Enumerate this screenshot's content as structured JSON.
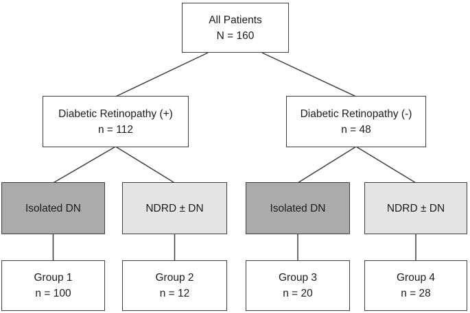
{
  "diagram": {
    "type": "flowchart",
    "nodes": {
      "root": {
        "line1": "All Patients",
        "line2": "N = 160"
      },
      "dr_pos": {
        "line1": "Diabetic Retinopathy (+)",
        "line2": "n = 112"
      },
      "dr_neg": {
        "line1": "Diabetic Retinopathy (-)",
        "line2": "n = 48"
      },
      "iso_dn_left": {
        "label": "Isolated DN"
      },
      "ndrd_dn_left": {
        "label": "NDRD ± DN"
      },
      "iso_dn_right": {
        "label": "Isolated DN"
      },
      "ndrd_dn_right": {
        "label": "NDRD ± DN"
      },
      "group1": {
        "line1": "Group 1",
        "line2": "n = 100"
      },
      "group2": {
        "line1": "Group 2",
        "line2": "n = 12"
      },
      "group3": {
        "line1": "Group 3",
        "line2": "n = 20"
      },
      "group4": {
        "line1": "Group 4",
        "line2": "n = 28"
      }
    },
    "edges": [
      "root -> dr_pos",
      "root -> dr_neg",
      "dr_pos -> iso_dn_left",
      "dr_pos -> ndrd_dn_left",
      "dr_neg -> iso_dn_right",
      "dr_neg -> ndrd_dn_right",
      "iso_dn_left -> group1",
      "ndrd_dn_left -> group2",
      "iso_dn_right -> group3",
      "ndrd_dn_right -> group4"
    ],
    "colors": {
      "dark_fill": "#ababab",
      "light_fill": "#e4e4e4",
      "white_fill": "#ffffff",
      "border": "#3d3d3d",
      "text": "#1a1a1a"
    }
  }
}
